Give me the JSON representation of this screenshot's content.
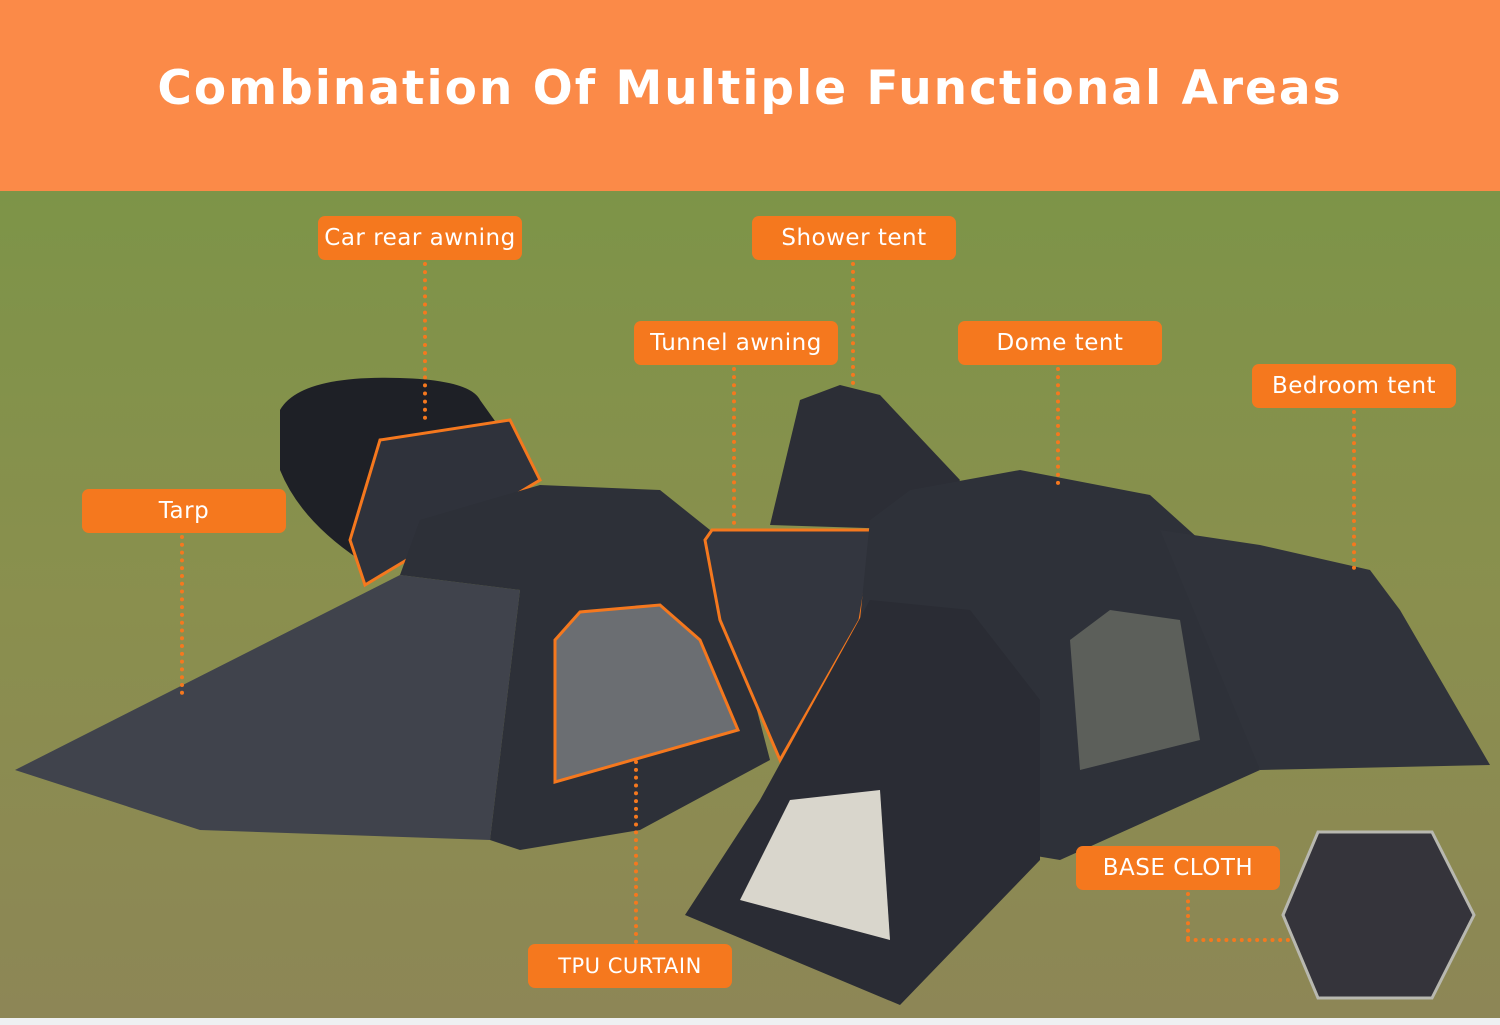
{
  "header": {
    "title": "Combination Of Multiple Functional Areas"
  },
  "labels": {
    "car_rear_awning": "Car rear awning",
    "shower_tent": "Shower tent",
    "tunnel_awning": "Tunnel awning",
    "dome_tent": "Dome tent",
    "bedroom_tent": "Bedroom tent",
    "tarp": "Tarp",
    "tpu_curtain": "TPU CURTAIN",
    "base_cloth": "BASE CLOTH"
  },
  "colors": {
    "header": "#fb8a48",
    "label": "#f5781e",
    "tent": "#2e3038",
    "grass": "#7f8a4a"
  }
}
